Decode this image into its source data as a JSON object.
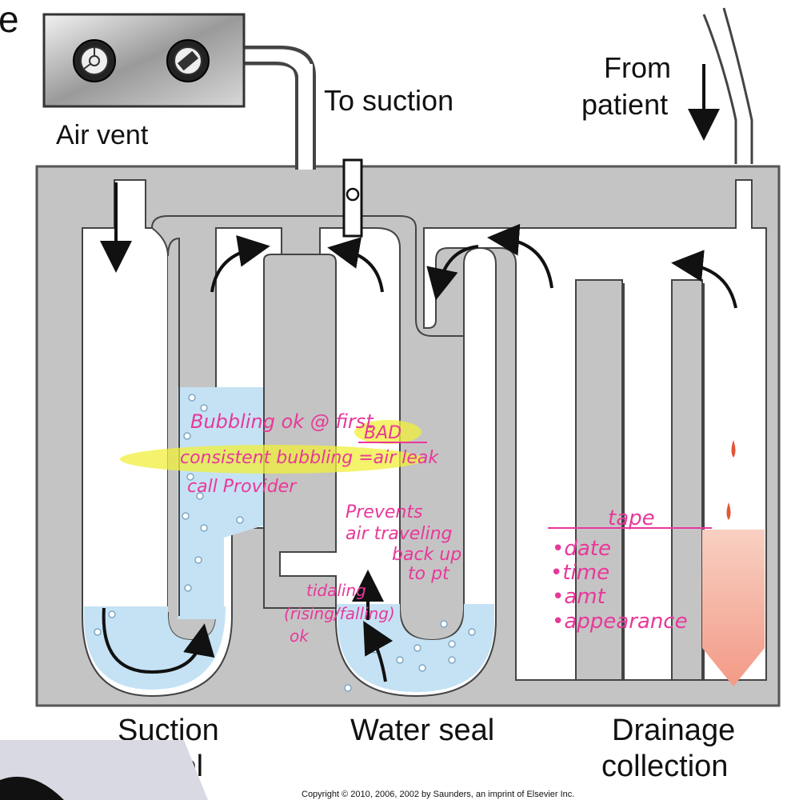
{
  "labels": {
    "partial_top_left": "e",
    "air_vent": "Air vent",
    "to_suction": "To suction",
    "from_patient_line1": "From",
    "from_patient_line2": "patient",
    "suction_control_line1": "Suction",
    "suction_control_line2": "control",
    "water_seal": "Water seal",
    "drainage_collection_line1": "Drainage",
    "drainage_collection_line2": "collection",
    "copyright": "Copyright © 2010, 2006, 2002 by Saunders, an imprint of Elsevier Inc."
  },
  "annotations": {
    "bubbling_ok": "Bubbling ok @ first",
    "bad": "BAD",
    "consistent_bubbling": "consistent bubbling =air leak",
    "call_provider": "call Provider",
    "prevents_line1": "Prevents",
    "prevents_line2": "air traveling",
    "prevents_line3": "back up",
    "prevents_line4": "to pt",
    "tidaling_line1": "tidaling",
    "tidaling_line2": "(rising/falling)",
    "tidaling_line3": "ok",
    "tape": "tape",
    "tape_items": [
      "•date",
      "•time",
      "•amt",
      "•appearance"
    ]
  },
  "colors": {
    "housing": "#c4c4c4",
    "water": "#c5e2f4",
    "drainage": "#f6b7a6",
    "annotation": "#e8389a",
    "highlight": "#f0ef3a"
  },
  "icons": [
    "gauge-icon",
    "valve-icon",
    "clamp-icon",
    "flow-arrow-icon"
  ]
}
